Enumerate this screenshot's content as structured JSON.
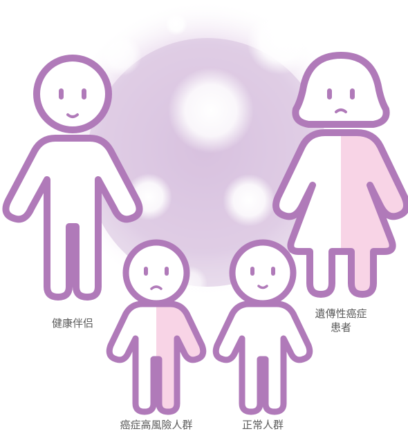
{
  "figures": [
    {
      "id": "healthy-partner",
      "label": "健康伴侣",
      "expression": "smile",
      "half_tinted": false
    },
    {
      "id": "hereditary-cancer-patient",
      "label_lines": [
        "遺傳性癌症",
        "患者"
      ],
      "expression": "sad",
      "half_tinted": true
    },
    {
      "id": "cancer-high-risk-child",
      "label": "癌症高風險人群",
      "expression": "worried",
      "half_tinted": true
    },
    {
      "id": "normal-child",
      "label": "正常人群",
      "expression": "smile",
      "half_tinted": false
    }
  ],
  "colors": {
    "outline": "#b07ab9",
    "tint": "#f8d4e6",
    "background_glow": "#cfb3d8",
    "text": "#5a5a5a"
  }
}
